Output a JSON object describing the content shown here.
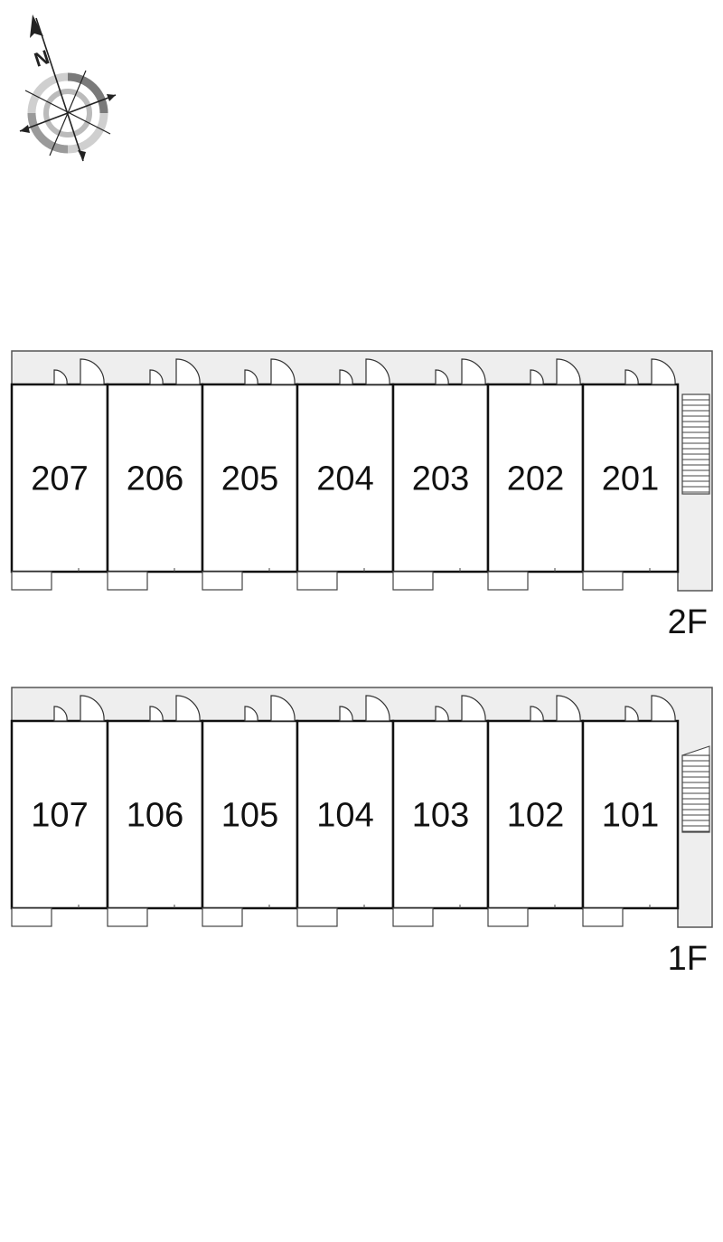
{
  "compass": {
    "north_label": "N",
    "icon": "compass-rose-icon"
  },
  "floors": [
    {
      "label": "2F",
      "rooms": [
        "207",
        "206",
        "205",
        "204",
        "203",
        "202",
        "201"
      ]
    },
    {
      "label": "1F",
      "rooms": [
        "107",
        "106",
        "105",
        "104",
        "103",
        "102",
        "101"
      ]
    }
  ],
  "colors": {
    "corridor": "#eeeeee",
    "wall": "#111111",
    "balcony": "#ffffff"
  }
}
